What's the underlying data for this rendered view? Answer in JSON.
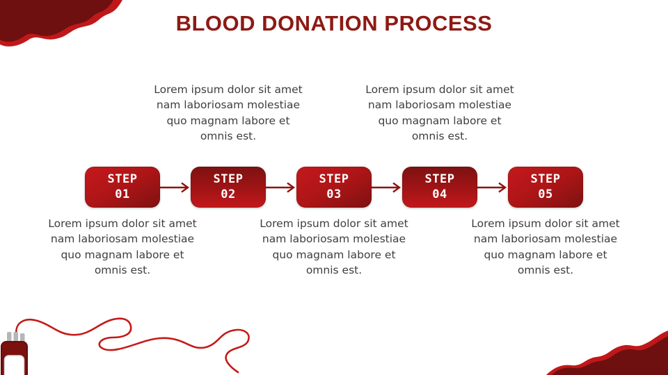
{
  "slide": {
    "title": "BLOOD DONATION PROCESS",
    "background": "#ffffff"
  },
  "steps": [
    {
      "label": "STEP",
      "number": "01",
      "text_position": "below",
      "description": "Lorem ipsum dolor sit amet nam laboriosam molestiae quo magnam labore et omnis est."
    },
    {
      "label": "STEP",
      "number": "02",
      "text_position": "above",
      "description": "Lorem ipsum dolor sit amet nam laboriosam molestiae quo magnam labore et omnis est."
    },
    {
      "label": "STEP",
      "number": "03",
      "text_position": "below",
      "description": "Lorem ipsum dolor sit amet nam laboriosam molestiae quo magnam labore et omnis est."
    },
    {
      "label": "STEP",
      "number": "04",
      "text_position": "above",
      "description": "Lorem ipsum dolor sit amet nam laboriosam molestiae quo magnam labore et omnis est."
    },
    {
      "label": "STEP",
      "number": "05",
      "text_position": "below",
      "description": "Lorem ipsum dolor sit amet nam laboriosam molestiae quo magnam labore et omnis est."
    }
  ],
  "colors": {
    "title": "#8d1a14",
    "step_box_bright": "#c2181b",
    "step_box_dark": "#7d1111",
    "arrow": "#8d140f",
    "body_text": "#3e3e3e",
    "splash_bright_red": "#c0181a",
    "splash_dark_red": "#6e100f",
    "blood_bag_body": "#7b100f",
    "blood_bag_ports_gray": "#b6b6b6",
    "tube_red": "#c31a18"
  },
  "decorations": {
    "top_left": "blood-splash",
    "bottom_right": "blood-splash",
    "bottom_left": "blood-bag-with-tube"
  }
}
